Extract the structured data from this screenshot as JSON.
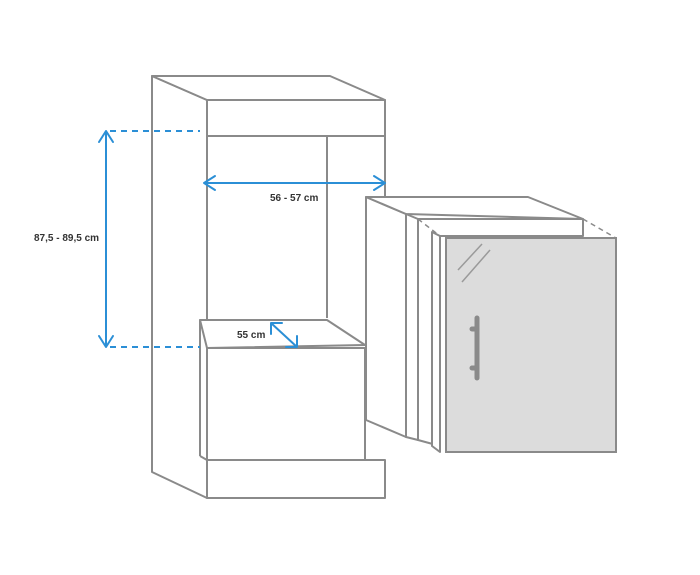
{
  "dimensions": {
    "height_label": "87,5 - 89,5 cm",
    "width_label": "56 - 57 cm",
    "depth_label": "55 cm"
  },
  "colors": {
    "dimension": "#2b8fd6",
    "outline": "#8a8a8a",
    "appliance_front": "#dcdcdc"
  }
}
